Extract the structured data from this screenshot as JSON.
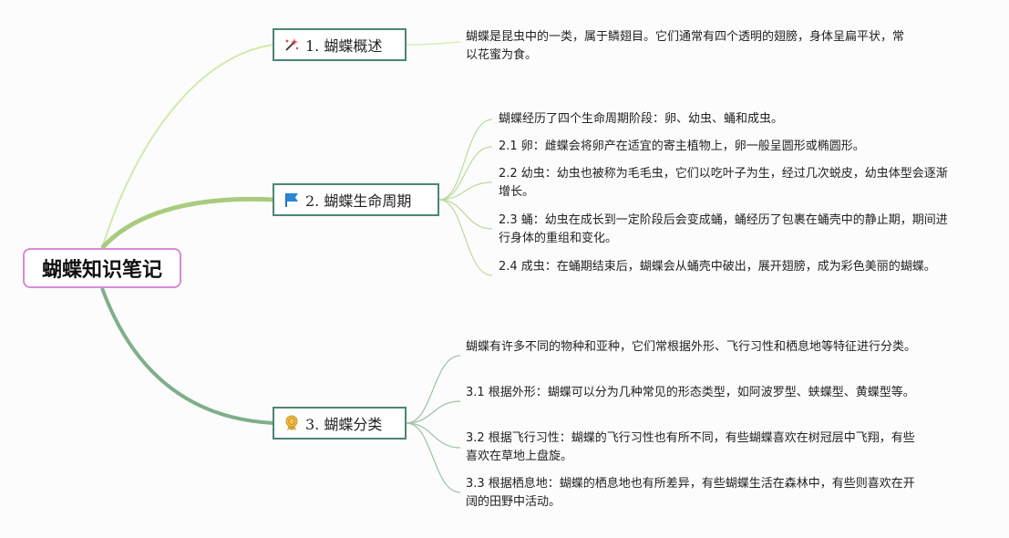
{
  "root": {
    "label": "蝴蝶知识笔记"
  },
  "topics": [
    {
      "label": "1. 蝴蝶概述",
      "icon": "magic-wand-icon",
      "notes": [
        "蝴蝶是昆虫中的一类，属于鳞翅目。它们通常有四个透明的翅膀，身体呈扁平状，常以花蜜为食。"
      ]
    },
    {
      "label": "2. 蝴蝶生命周期",
      "icon": "flag-icon",
      "notes": [
        "蝴蝶经历了四个生命周期阶段：卵、幼虫、蛹和成虫。",
        "2.1 卵：雌蝶会将卵产在适宜的寄主植物上，卵一般呈圆形或椭圆形。",
        "2.2 幼虫：幼虫也被称为毛毛虫，它们以吃叶子为生，经过几次蜕皮，幼虫体型会逐渐增长。",
        "2.3 蛹：幼虫在成长到一定阶段后会变成蛹，蛹经历了包裹在蛹壳中的静止期，期间进行身体的重组和变化。",
        "2.4 成虫：在蛹期结束后，蝴蝶会从蛹壳中破出，展开翅膀，成为彩色美丽的蝴蝶。"
      ]
    },
    {
      "label": "3. 蝴蝶分类",
      "icon": "award-ribbon-icon",
      "notes": [
        "蝴蝶有许多不同的物种和亚种，它们常根据外形、飞行习性和栖息地等特征进行分类。",
        "3.1 根据外形：蝴蝶可以分为几种常见的形态类型，如阿波罗型、蛱蝶型、黄蝶型等。",
        "3.2 根据飞行习性：蝴蝶的飞行习性也有所不同，有些蝴蝶喜欢在树冠层中飞翔，有些喜欢在草地上盘旋。",
        "3.3 根据栖息地：蝴蝶的栖息地也有所差异，有些蝴蝶生活在森林中，有些则喜欢在开阔的田野中活动。"
      ]
    }
  ],
  "colors": {
    "branch1": "#cfe6a8",
    "branch2": "#a8cc7e",
    "branch3": "#7fae8a",
    "root_border": "#d98ad6",
    "topic_border": "#4a8577"
  }
}
